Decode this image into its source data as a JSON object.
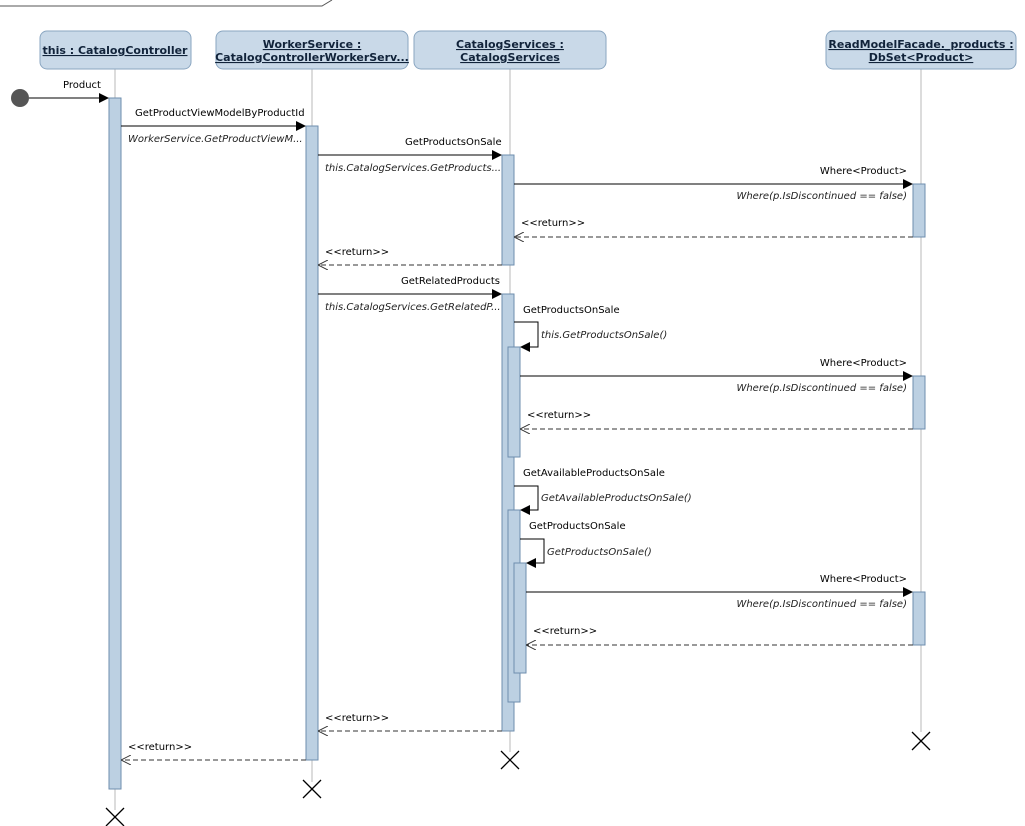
{
  "lifelines": [
    {
      "id": "controller",
      "line1": "this : CatalogController",
      "line2": ""
    },
    {
      "id": "worker",
      "line1": "WorkerService :",
      "line2": "CatalogControllerWorkerServ..."
    },
    {
      "id": "services",
      "line1": "CatalogServices :",
      "line2": "CatalogServices"
    },
    {
      "id": "readmodel",
      "line1": "ReadModelFacade._products :",
      "line2": "DbSet<Product>"
    }
  ],
  "messages": {
    "m_product": "Product",
    "m1": {
      "label": "GetProductViewModelByProductId",
      "sub": "WorkerService.GetProductViewM..."
    },
    "m2": {
      "label": "GetProductsOnSale",
      "sub": "this.CatalogServices.GetProducts..."
    },
    "m3": {
      "label": "Where<Product>",
      "sub": "Where(p.IsDiscontinued == false)"
    },
    "r3": "<<return>>",
    "r2": "<<return>>",
    "m4": {
      "label": "GetRelatedProducts",
      "sub": "this.CatalogServices.GetRelatedP..."
    },
    "m5": {
      "label": "GetProductsOnSale",
      "sub": "this.GetProductsOnSale()"
    },
    "m6": {
      "label": "Where<Product>",
      "sub": "Where(p.IsDiscontinued == false)"
    },
    "r6": "<<return>>",
    "m7": {
      "label": "GetAvailableProductsOnSale",
      "sub": "GetAvailableProductsOnSale()"
    },
    "m8": {
      "label": "GetProductsOnSale",
      "sub": "GetProductsOnSale()"
    },
    "m9": {
      "label": "Where<Product>",
      "sub": "Where(p.IsDiscontinued == false)"
    },
    "r9": "<<return>>",
    "r4": "<<return>>",
    "r1": "<<return>>"
  },
  "colors": {
    "head_fill": "#c9d9e8",
    "head_stroke": "#8aa6c1",
    "activation_fill": "#bcd0e2",
    "activation_stroke": "#6e8eae",
    "lifeline": "#b8b8b8"
  }
}
